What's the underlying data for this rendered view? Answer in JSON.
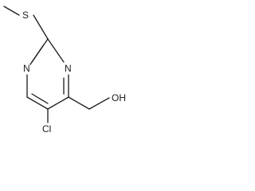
{
  "molecule": {
    "atoms": {
      "sulfur": "S",
      "nitrogen_left": "N",
      "nitrogen_right": "N",
      "chlorine": "Cl",
      "hydroxyl": "OH"
    },
    "colors": {
      "bond": "#1a1a1a",
      "label": "#1a1a1a",
      "background": "#ffffff"
    }
  }
}
